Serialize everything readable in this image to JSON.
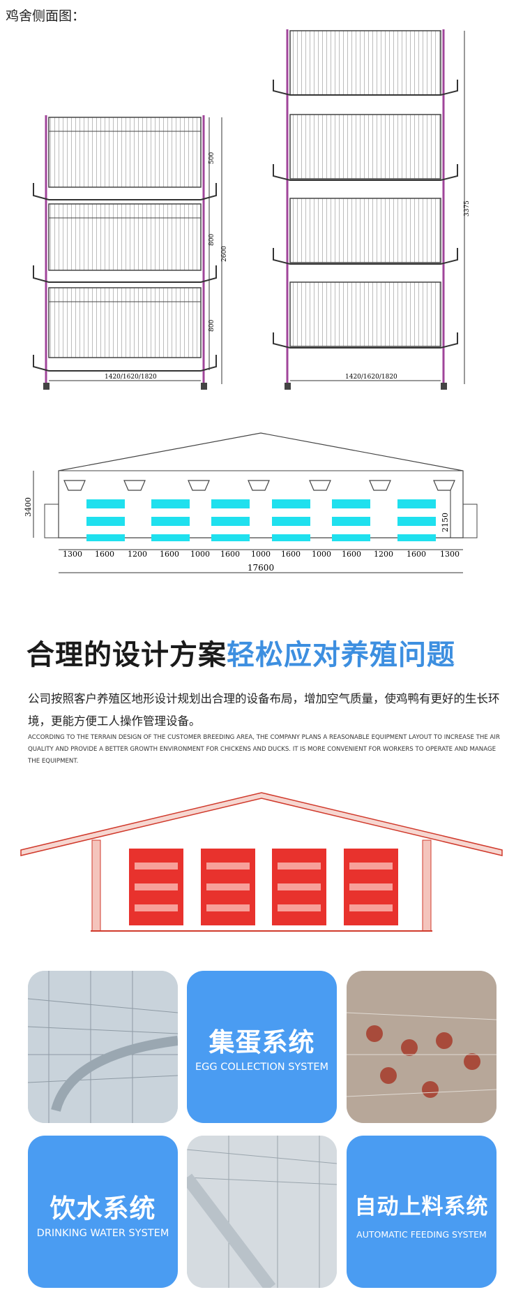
{
  "caption": "鸡舍侧面图：",
  "side_view": {
    "left_rack": {
      "dims_vertical": [
        "500",
        "800",
        "800"
      ],
      "dim_total": "2600",
      "dim_bottom": "1420/1620/1820"
    },
    "right_rack": {
      "dim_total": "3375",
      "dim_bottom": "1420/1620/1820"
    }
  },
  "house_section": {
    "height_left": "3400",
    "height_right": "2150",
    "segments": [
      "1300",
      "1600",
      "1200",
      "1600",
      "1000",
      "1600",
      "1000",
      "1600",
      "1000",
      "1600",
      "1200",
      "1600",
      "1300"
    ],
    "total_width": "17600"
  },
  "headline": {
    "part1": "合理的设计方案",
    "part2": "轻松应对养殖问题"
  },
  "description_cn": "公司按照客户养殖区地形设计规划出合理的设备布局，增加空气质量，使鸡鸭有更好的生长环境，更能方便工人操作管理设备。",
  "description_en": "ACCORDING TO THE TERRAIN DESIGN OF THE CUSTOMER BREEDING AREA, THE COMPANY PLANS A REASONABLE EQUIPMENT LAYOUT TO INCREASE THE AIR QUALITY AND PROVIDE A BETTER GROWTH ENVIRONMENT FOR CHICKENS AND DUCKS. IT IS MORE CONVENIENT FOR WORKERS TO OPERATE AND MANAGE THE EQUIPMENT.",
  "features": [
    {
      "title_cn": "集蛋系统",
      "title_en": "EGG COLLECTION SYSTEM"
    },
    {
      "title_cn": "饮水系统",
      "title_en": "DRINKING WATER SYSTEM"
    },
    {
      "title_cn": "自动上料系统",
      "title_en": "AUTOMATIC FEEDING SYSTEM"
    }
  ],
  "colors": {
    "accent_blue": "#3d8fe0",
    "tile_blue": "#4a9cf2",
    "rack_frame": "#a0459a",
    "cage_cyan": "#1fe0ee",
    "cage_red": "#e8322d"
  }
}
